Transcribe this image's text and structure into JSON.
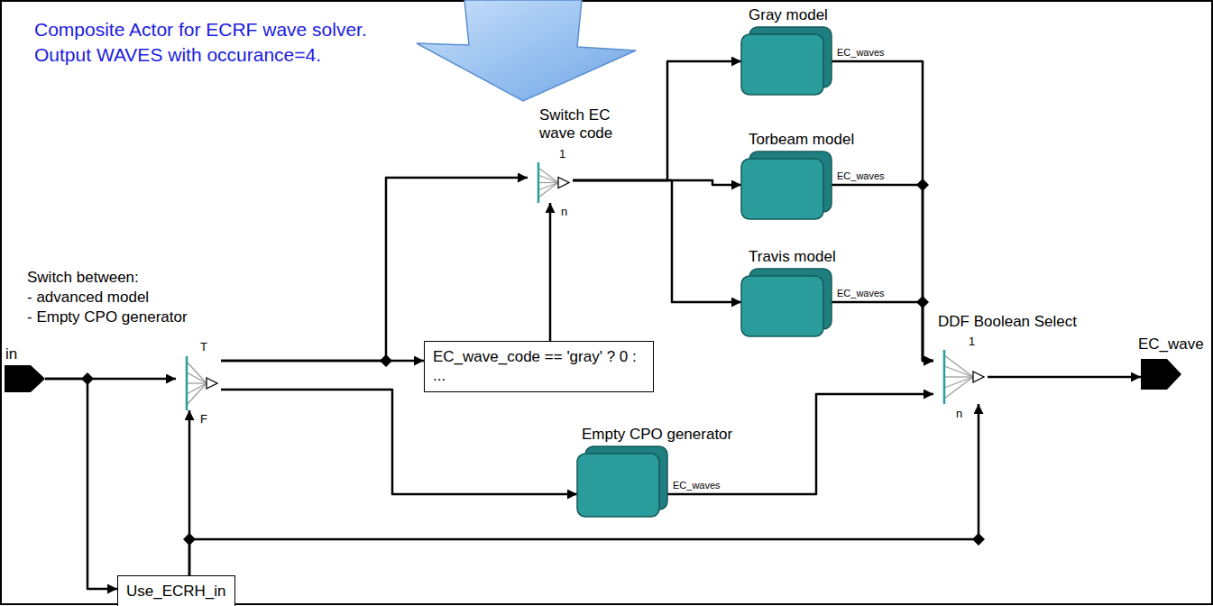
{
  "diagram": {
    "nodes": [
      {
        "text": [
          "Gray model",
          "EC_waves"
        ]
      },
      {
        "text": [
          "Switch EC wave code",
          "1",
          "n"
        ]
      },
      {
        "text": [
          "Torbeam model",
          "EC_waves"
        ]
      },
      {
        "text": [
          "Travis model",
          "EC_waves"
        ]
      },
      {
        "text": [
          "Switch between:",
          "- advanced model",
          "- Empty CPO generator",
          "T",
          "F"
        ]
      },
      {
        "text": [
          "DDF Boolean Select",
          "1",
          "n"
        ]
      },
      {
        "text": [
          "EC_wave"
        ]
      },
      {
        "text": [
          "EC_wave_code == 'gray' ? 0 : ..."
        ]
      },
      {
        "text": [
          "in"
        ]
      },
      {
        "text": [
          "Empty CPO generator",
          "EC_waves"
        ]
      },
      {
        "text": [
          "Use_ECRH_in"
        ]
      }
    ],
    "edges": [
      {
        "from": 8,
        "to": 4,
        "arrow": "to"
      },
      {
        "from": 8,
        "to": 10,
        "arrow": "to"
      },
      {
        "from": 10,
        "to": 4,
        "arrow": "to"
      },
      {
        "from": 10,
        "to": 5,
        "arrow": "to"
      },
      {
        "from": 4,
        "to": 1,
        "arrow": "to"
      },
      {
        "from": 4,
        "to": 7,
        "arrow": "to"
      },
      {
        "from": 7,
        "to": 1,
        "arrow": "to"
      },
      {
        "from": 1,
        "to": 0,
        "arrow": "to"
      },
      {
        "from": 1,
        "to": 2,
        "arrow": "to"
      },
      {
        "from": 1,
        "to": 3,
        "arrow": "to"
      },
      {
        "from": 4,
        "to": 9,
        "arrow": "to"
      },
      {
        "from": 0,
        "to": 5,
        "arrow": "to"
      },
      {
        "from": 2,
        "to": 5,
        "arrow": "to"
      },
      {
        "from": 3,
        "to": 5,
        "arrow": "to"
      },
      {
        "from": 9,
        "to": 5,
        "arrow": "to"
      },
      {
        "from": 5,
        "to": 6,
        "arrow": "to"
      }
    ],
    "labels": [
      "Composite Actor for ECRF wave solver.",
      "Output WAVES with occurance=4."
    ]
  }
}
